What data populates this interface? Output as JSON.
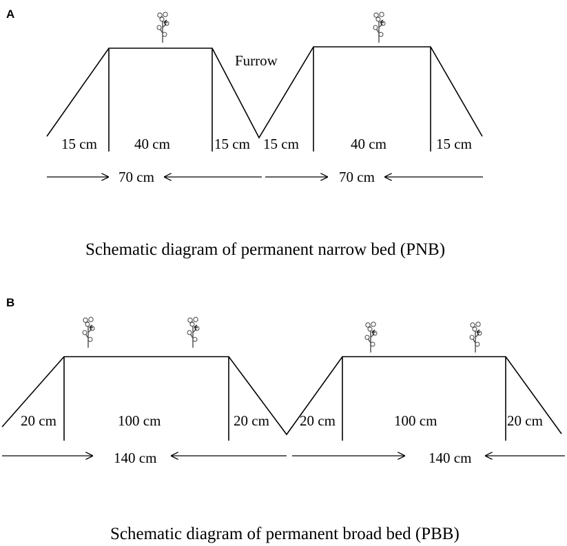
{
  "panel_a": {
    "letter": "A",
    "furrow_label": "Furrow",
    "dims": [
      "15 cm",
      "40 cm",
      "15 cm",
      "15 cm",
      "40 cm",
      "15 cm"
    ],
    "spans": [
      "70 cm",
      "70 cm"
    ],
    "caption": "Schematic diagram of permanent narrow bed (PNB)"
  },
  "panel_b": {
    "letter": "B",
    "dims": [
      "20 cm",
      "100 cm",
      "20 cm",
      "20 cm",
      "100 cm",
      "20 cm"
    ],
    "spans": [
      "140 cm",
      "140 cm"
    ],
    "caption": "Schematic diagram of permanent broad bed (PBB)"
  },
  "icons": {
    "plant": "cotton-plant-icon"
  }
}
